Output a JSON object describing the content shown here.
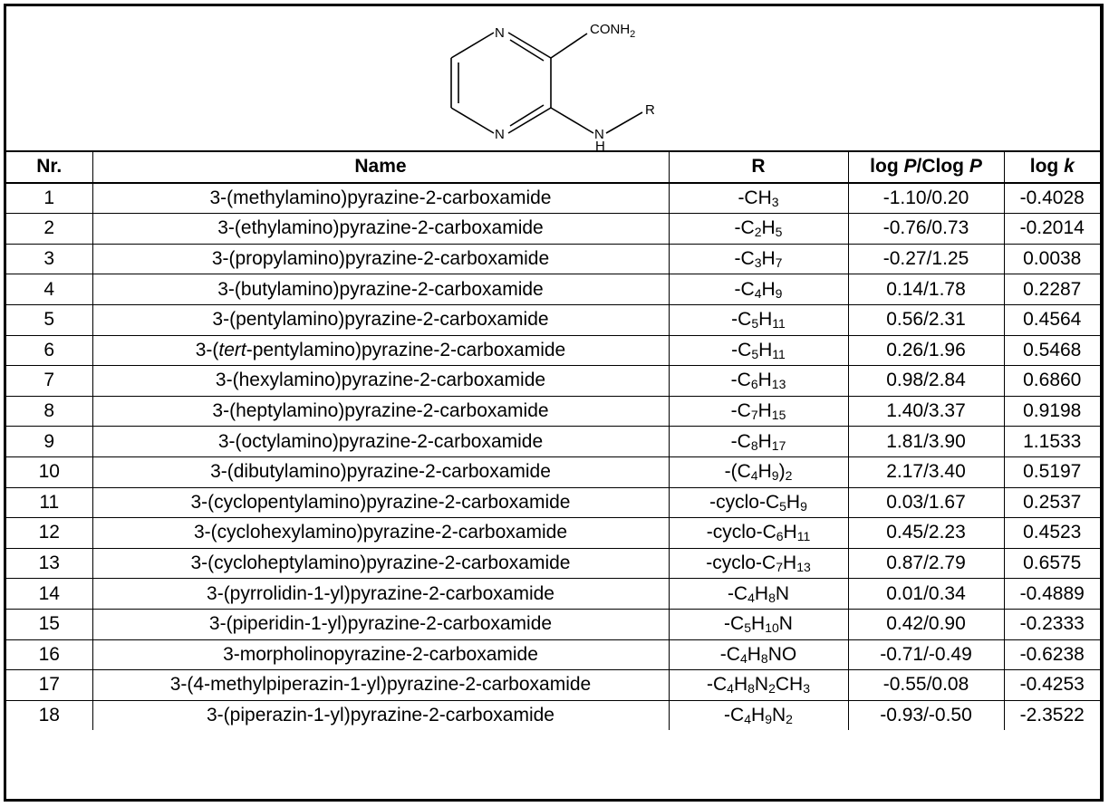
{
  "structure": {
    "atoms": {
      "n_top": "N",
      "n_bottom": "N",
      "substituent": "CONH",
      "sub_two": "2",
      "r_label": "R",
      "nh_n": "N",
      "nh_h": "H"
    }
  },
  "table": {
    "headers": {
      "nr": "Nr.",
      "name": "Name",
      "r": "R",
      "logp_a": "log ",
      "logp_b": "P",
      "logp_c": "/Clog ",
      "logp_d": "P",
      "logk_a": "log ",
      "logk_b": "k"
    },
    "rows": [
      {
        "nr": "1",
        "name": [
          [
            "3-(methylamino)pyrazine-2-carboxamide",
            ""
          ]
        ],
        "r": [
          [
            "-CH",
            ""
          ],
          [
            "3",
            "sub"
          ]
        ],
        "logp": "-1.10/0.20",
        "logk": "-0.4028"
      },
      {
        "nr": "2",
        "name": [
          [
            "3-(ethylamino)pyrazine-2-carboxamide",
            ""
          ]
        ],
        "r": [
          [
            "-C",
            ""
          ],
          [
            "2",
            "sub"
          ],
          [
            "H",
            ""
          ],
          [
            "5",
            "sub"
          ]
        ],
        "logp": "-0.76/0.73",
        "logk": "-0.2014"
      },
      {
        "nr": "3",
        "name": [
          [
            "3-(propylamino)pyrazine-2-carboxamide",
            ""
          ]
        ],
        "r": [
          [
            "-C",
            ""
          ],
          [
            "3",
            "sub"
          ],
          [
            "H",
            ""
          ],
          [
            "7",
            "sub"
          ]
        ],
        "logp": "-0.27/1.25",
        "logk": "0.0038"
      },
      {
        "nr": "4",
        "name": [
          [
            "3-(butylamino)pyrazine-2-carboxamide",
            ""
          ]
        ],
        "r": [
          [
            "-C",
            ""
          ],
          [
            "4",
            "sub"
          ],
          [
            "H",
            ""
          ],
          [
            "9",
            "sub"
          ]
        ],
        "logp": "0.14/1.78",
        "logk": "0.2287"
      },
      {
        "nr": "5",
        "name": [
          [
            "3-(pentylamino)pyrazine-2-carboxamide",
            ""
          ]
        ],
        "r": [
          [
            "-C",
            ""
          ],
          [
            "5",
            "sub"
          ],
          [
            "H",
            ""
          ],
          [
            "11",
            "sub"
          ]
        ],
        "logp": "0.56/2.31",
        "logk": "0.4564"
      },
      {
        "nr": "6",
        "name": [
          [
            "3-(",
            ""
          ],
          [
            "tert",
            "i"
          ],
          [
            "-pentylamino)pyrazine-2-carboxamide",
            ""
          ]
        ],
        "r": [
          [
            "-C",
            ""
          ],
          [
            "5",
            "sub"
          ],
          [
            "H",
            ""
          ],
          [
            "11",
            "sub"
          ]
        ],
        "logp": "0.26/1.96",
        "logk": "0.5468"
      },
      {
        "nr": "7",
        "name": [
          [
            "3-(hexylamino)pyrazine-2-carboxamide",
            ""
          ]
        ],
        "r": [
          [
            "-C",
            ""
          ],
          [
            "6",
            "sub"
          ],
          [
            "H",
            ""
          ],
          [
            "13",
            "sub"
          ]
        ],
        "logp": "0.98/2.84",
        "logk": "0.6860"
      },
      {
        "nr": "8",
        "name": [
          [
            "3-(heptylamino)pyrazine-2-carboxamide",
            ""
          ]
        ],
        "r": [
          [
            "-C",
            ""
          ],
          [
            "7",
            "sub"
          ],
          [
            "H",
            ""
          ],
          [
            "15",
            "sub"
          ]
        ],
        "logp": "1.40/3.37",
        "logk": "0.9198"
      },
      {
        "nr": "9",
        "name": [
          [
            "3-(octylamino)pyrazine-2-carboxamide",
            ""
          ]
        ],
        "r": [
          [
            "-C",
            ""
          ],
          [
            "8",
            "sub"
          ],
          [
            "H",
            ""
          ],
          [
            "17",
            "sub"
          ]
        ],
        "logp": "1.81/3.90",
        "logk": "1.1533"
      },
      {
        "nr": "10",
        "name": [
          [
            "3-(dibutylamino)pyrazine-2-carboxamide",
            ""
          ]
        ],
        "r": [
          [
            "-(C",
            ""
          ],
          [
            "4",
            "sub"
          ],
          [
            "H",
            ""
          ],
          [
            "9",
            "sub"
          ],
          [
            ")",
            ""
          ],
          [
            "2",
            "sub"
          ]
        ],
        "logp": "2.17/3.40",
        "logk": "0.5197"
      },
      {
        "nr": "11",
        "name": [
          [
            "3-(cyclopentylamino)pyrazine-2-carboxamide",
            ""
          ]
        ],
        "r": [
          [
            "-cyclo-C",
            ""
          ],
          [
            "5",
            "sub"
          ],
          [
            "H",
            ""
          ],
          [
            "9",
            "sub"
          ]
        ],
        "logp": "0.03/1.67",
        "logk": "0.2537"
      },
      {
        "nr": "12",
        "name": [
          [
            "3-(cyclohexylamino)pyrazine-2-carboxamide",
            ""
          ]
        ],
        "r": [
          [
            "-cyclo-C",
            ""
          ],
          [
            "6",
            "sub"
          ],
          [
            "H",
            ""
          ],
          [
            "11",
            "sub"
          ]
        ],
        "logp": "0.45/2.23",
        "logk": "0.4523"
      },
      {
        "nr": "13",
        "name": [
          [
            "3-(cycloheptylamino)pyrazine-2-carboxamide",
            ""
          ]
        ],
        "r": [
          [
            "-cyclo-C",
            ""
          ],
          [
            "7",
            "sub"
          ],
          [
            "H",
            ""
          ],
          [
            "13",
            "sub"
          ]
        ],
        "logp": "0.87/2.79",
        "logk": "0.6575"
      },
      {
        "nr": "14",
        "name": [
          [
            "3-(pyrrolidin-1-yl)pyrazine-2-carboxamide",
            ""
          ]
        ],
        "r": [
          [
            "-C",
            ""
          ],
          [
            "4",
            "sub"
          ],
          [
            "H",
            ""
          ],
          [
            "8",
            "sub"
          ],
          [
            "N",
            ""
          ]
        ],
        "logp": "0.01/0.34",
        "logk": "-0.4889"
      },
      {
        "nr": "15",
        "name": [
          [
            "3-(piperidin-1-yl)pyrazine-2-carboxamide",
            ""
          ]
        ],
        "r": [
          [
            "-C",
            ""
          ],
          [
            "5",
            "sub"
          ],
          [
            "H",
            ""
          ],
          [
            "10",
            "sub"
          ],
          [
            "N",
            ""
          ]
        ],
        "logp": "0.42/0.90",
        "logk": "-0.2333"
      },
      {
        "nr": "16",
        "name": [
          [
            "3-morpholinopyrazine-2-carboxamide",
            ""
          ]
        ],
        "r": [
          [
            "-C",
            ""
          ],
          [
            "4",
            "sub"
          ],
          [
            "H",
            ""
          ],
          [
            "8",
            "sub"
          ],
          [
            "NO",
            ""
          ]
        ],
        "logp": "-0.71/-0.49",
        "logk": "-0.6238"
      },
      {
        "nr": "17",
        "name": [
          [
            "3-(4-methylpiperazin-1-yl)pyrazine-2-carboxamide",
            ""
          ]
        ],
        "r": [
          [
            "-C",
            ""
          ],
          [
            "4",
            "sub"
          ],
          [
            "H",
            ""
          ],
          [
            "8",
            "sub"
          ],
          [
            "N",
            ""
          ],
          [
            "2",
            "sub"
          ],
          [
            "CH",
            ""
          ],
          [
            "3",
            "sub"
          ]
        ],
        "logp": "-0.55/0.08",
        "logk": "-0.4253"
      },
      {
        "nr": "18",
        "name": [
          [
            "3-(piperazin-1-yl)pyrazine-2-carboxamide",
            ""
          ]
        ],
        "r": [
          [
            "-C",
            ""
          ],
          [
            "4",
            "sub"
          ],
          [
            "H",
            ""
          ],
          [
            "9",
            "sub"
          ],
          [
            "N",
            ""
          ],
          [
            "2",
            "sub"
          ]
        ],
        "logp": "-0.93/-0.50",
        "logk": "-2.3522"
      }
    ]
  }
}
